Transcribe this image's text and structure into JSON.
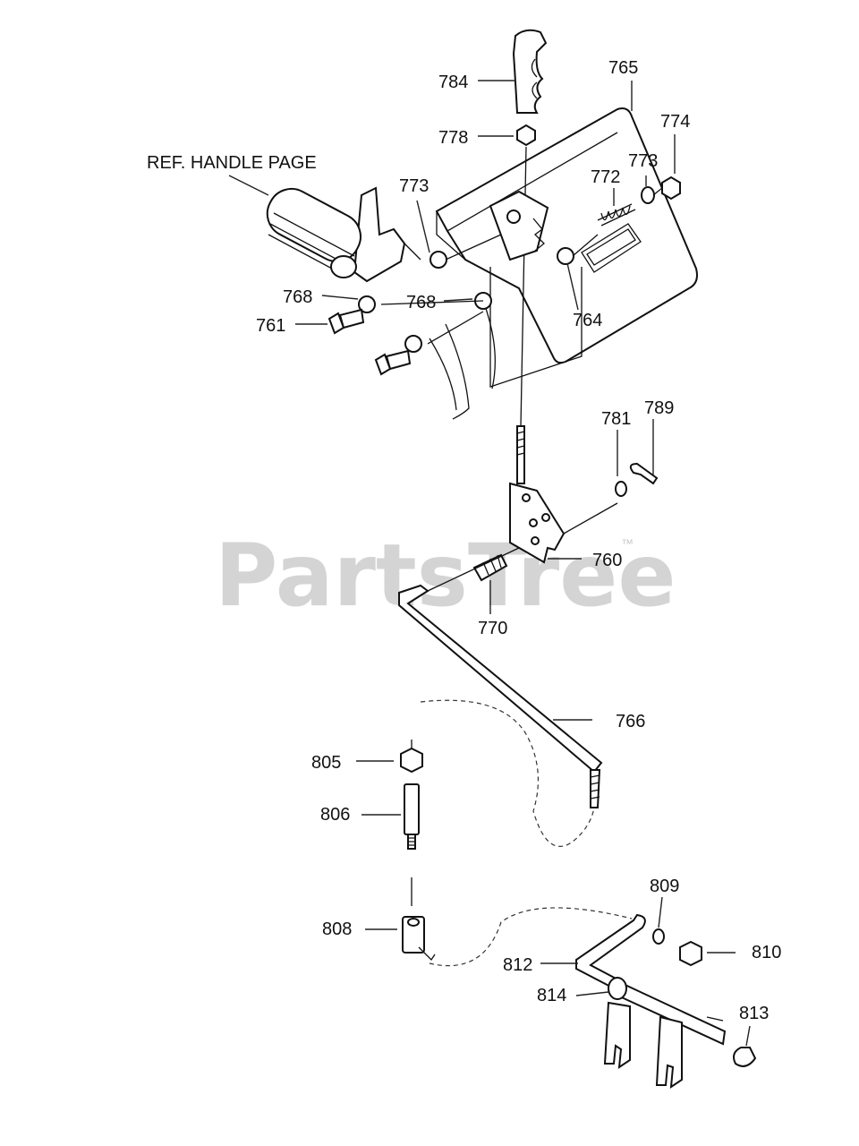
{
  "watermark": {
    "text": "PartsTree",
    "tm": "™"
  },
  "reference": "REF. HANDLE PAGE",
  "callouts": [
    {
      "id": "784",
      "text": "784"
    },
    {
      "id": "765",
      "text": "765"
    },
    {
      "id": "778",
      "text": "778"
    },
    {
      "id": "774",
      "text": "774"
    },
    {
      "id": "772",
      "text": "772"
    },
    {
      "id": "773a",
      "text": "773"
    },
    {
      "id": "773b",
      "text": "773"
    },
    {
      "id": "768a",
      "text": "768"
    },
    {
      "id": "768b",
      "text": "768"
    },
    {
      "id": "761",
      "text": "761"
    },
    {
      "id": "764",
      "text": "764"
    },
    {
      "id": "781",
      "text": "781"
    },
    {
      "id": "789",
      "text": "789"
    },
    {
      "id": "760",
      "text": "760"
    },
    {
      "id": "770",
      "text": "770"
    },
    {
      "id": "766",
      "text": "766"
    },
    {
      "id": "805",
      "text": "805"
    },
    {
      "id": "806",
      "text": "806"
    },
    {
      "id": "808",
      "text": "808"
    },
    {
      "id": "809",
      "text": "809"
    },
    {
      "id": "810",
      "text": "810"
    },
    {
      "id": "812",
      "text": "812"
    },
    {
      "id": "814",
      "text": "814"
    },
    {
      "id": "813",
      "text": "813"
    }
  ]
}
